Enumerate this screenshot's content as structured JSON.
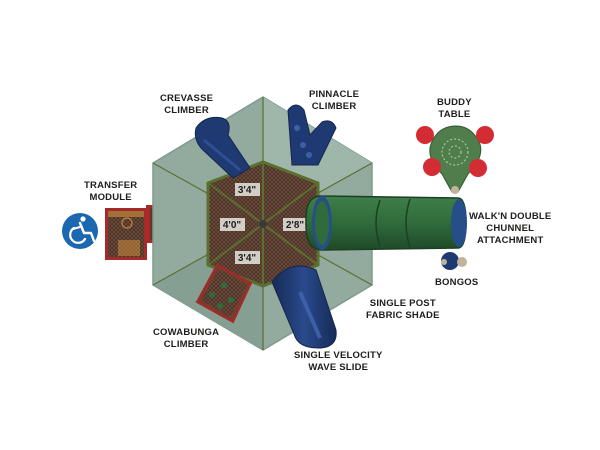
{
  "labels": {
    "crevasse": [
      "CREVASSE",
      "CLIMBER"
    ],
    "pinnacle": [
      "PINNACLE",
      "CLIMBER"
    ],
    "buddy": [
      "BUDDY",
      "TABLE"
    ],
    "transfer": [
      "TRANSFER",
      "MODULE"
    ],
    "walk": [
      "WALK'N DOUBLE",
      "CHUNNEL",
      "ATTACHMENT"
    ],
    "bongos": [
      "BONGOS"
    ],
    "shade": [
      "SINGLE POST",
      "FABRIC SHADE"
    ],
    "cowabunga": [
      "COWABUNGA",
      "CLIMBER"
    ],
    "wave": [
      "SINGLE VELOCITY",
      "WAVE SLIDE"
    ]
  },
  "dimensions": {
    "deck_top": "3'4\"",
    "deck_left": "4'0\"",
    "deck_right": "2'8\"",
    "deck_bottom": "3'4\""
  },
  "colors": {
    "canopy": "#93ab9f",
    "canopy_edge": "#7f998d",
    "frame": "#5b6f2f",
    "deck": "#6b4a3a",
    "deck_grid": "#3e2a22",
    "navy": "#1f3a73",
    "green": "#2f6b3b",
    "red": "#d42c34",
    "accessibility": "#1b67b0"
  },
  "icons": {
    "accessibility": "wheelchair-accessibility-icon"
  }
}
